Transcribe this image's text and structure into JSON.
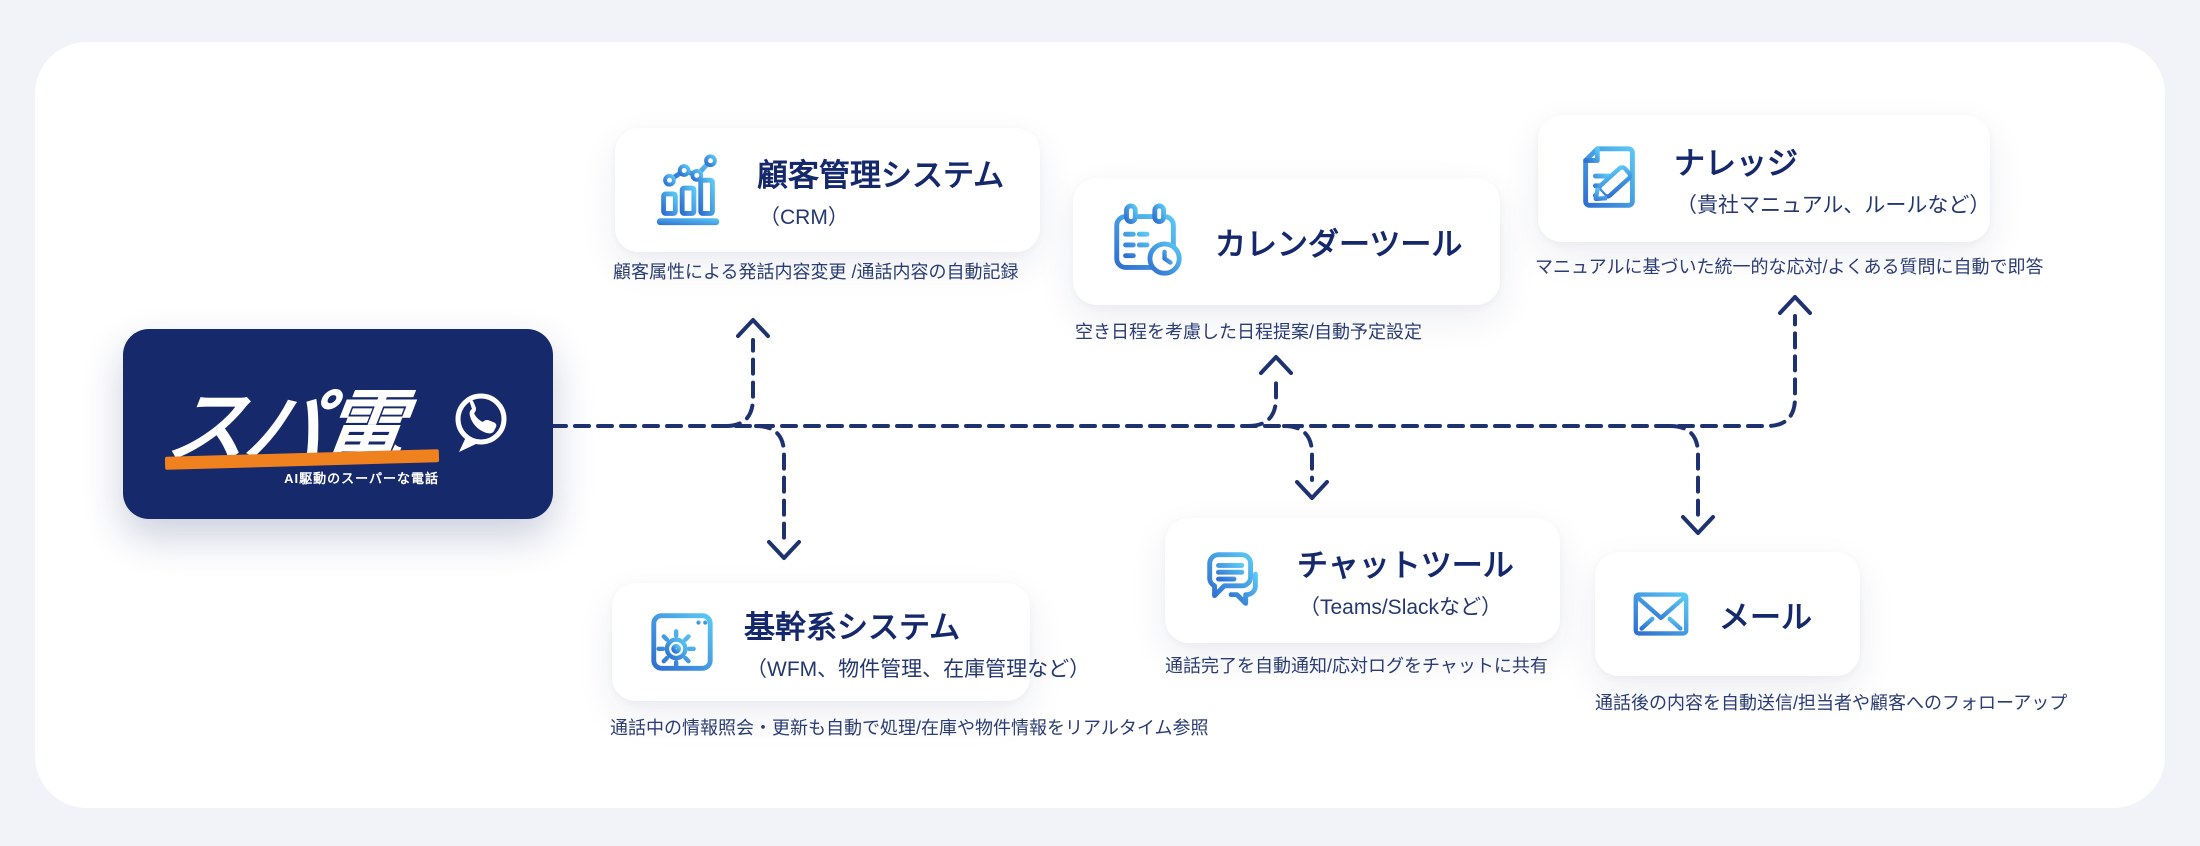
{
  "page": {
    "background": "#f1f3f8",
    "panel_background": "#ffffff"
  },
  "logo": {
    "title": "スパ電",
    "tagline": "AI駆動のスーパーな電話",
    "panel_color": "#16296b",
    "accent_color": "#f0811f",
    "icon": "phone-speech-bubble"
  },
  "nodes": [
    {
      "id": "crm",
      "title": "顧客管理システム",
      "subtitle": "（CRM）",
      "caption": "顧客属性による発話内容変更 /通話内容の自動記録",
      "icon": "bar-chart-icon"
    },
    {
      "id": "calendar",
      "title": "カレンダーツール",
      "subtitle": "",
      "caption": "空き日程を考慮した日程提案/自動予定設定",
      "icon": "calendar-clock-icon"
    },
    {
      "id": "knowledge",
      "title": "ナレッジ",
      "subtitle": "（貴社マニュアル、ルールなど）",
      "caption": "マニュアルに基づいた統一的な応対/よくある質問に自動で即答",
      "icon": "document-pen-icon"
    },
    {
      "id": "core",
      "title": "基幹系システム",
      "subtitle": "（WFM、物件管理、在庫管理など）",
      "caption": "通話中の情報照会・更新も自動で処理/在庫や物件情報をリアルタイム参照",
      "icon": "window-gear-icon"
    },
    {
      "id": "chat",
      "title": "チャットツール",
      "subtitle": "（Teams/Slackなど）",
      "caption": "通話完了を自動通知/応対ログをチャットに共有",
      "icon": "chat-bubbles-icon"
    },
    {
      "id": "mail",
      "title": "メール",
      "subtitle": "",
      "caption": "通話後の内容を自動送信/担当者や顧客へのフォローアップ",
      "icon": "envelope-icon"
    }
  ],
  "connections": [
    {
      "from": "スパ電",
      "to": "顧客管理システム",
      "direction": "up"
    },
    {
      "from": "スパ電",
      "to": "基幹系システム",
      "direction": "down"
    },
    {
      "from": "スパ電",
      "to": "カレンダーツール",
      "direction": "up"
    },
    {
      "from": "スパ電",
      "to": "チャットツール",
      "direction": "down"
    },
    {
      "from": "スパ電",
      "to": "メール",
      "direction": "down"
    },
    {
      "from": "スパ電",
      "to": "ナレッジ",
      "direction": "up"
    }
  ],
  "colors": {
    "line": "#1e3270",
    "card_title": "#14286b",
    "card_subtitle": "#24386f",
    "caption_text": "#2a3c73",
    "icon_gradient_start": "#2f6fd0",
    "icon_gradient_end": "#5ac8f5"
  }
}
